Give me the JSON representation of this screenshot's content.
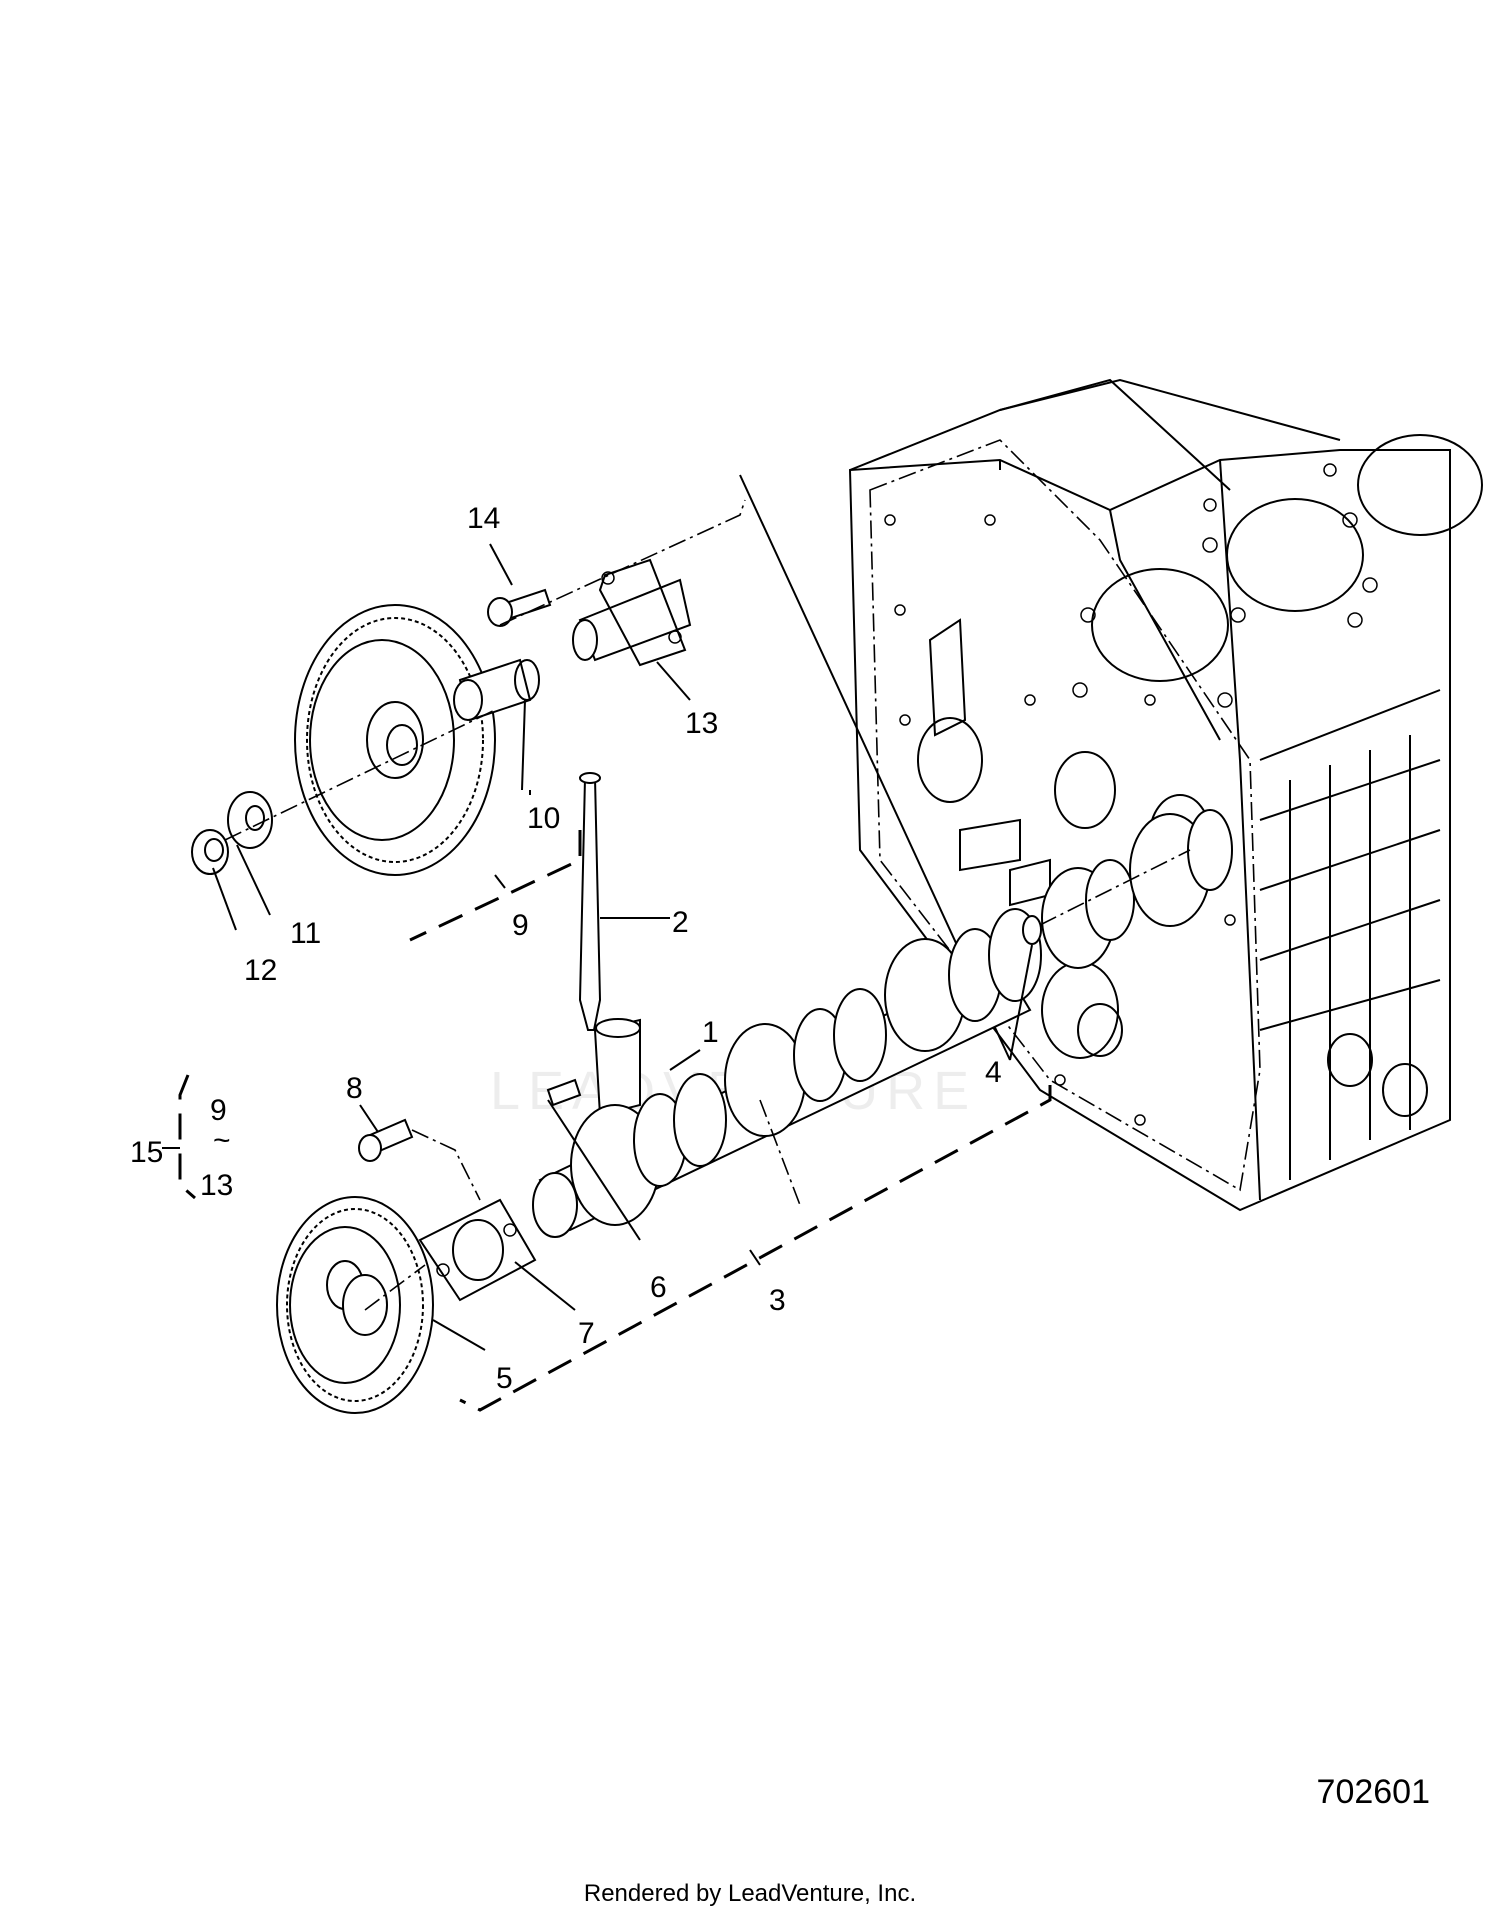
{
  "callouts": {
    "c1": "1",
    "c2": "2",
    "c3": "3",
    "c4": "4",
    "c5": "5",
    "c6": "6",
    "c7": "7",
    "c8": "8",
    "c9": "9",
    "c10": "10",
    "c11": "11",
    "c12": "12",
    "c13": "13",
    "c14": "14",
    "c15": "15",
    "group_top": "9",
    "group_sep": "~",
    "group_bottom": "13"
  },
  "figure_number": "702601",
  "footer": "Rendered by LeadVenture, Inc.",
  "watermark": "LEADVENTURE"
}
